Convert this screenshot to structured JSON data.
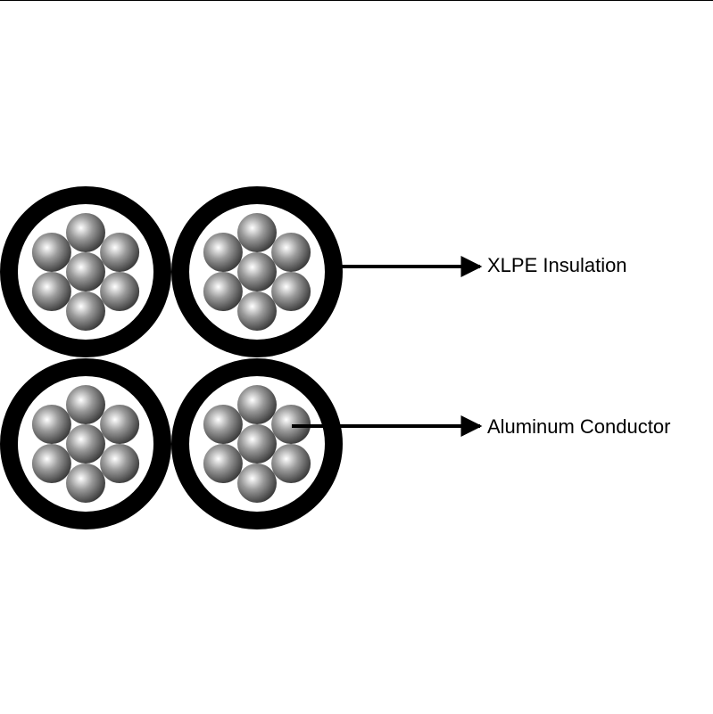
{
  "diagram": {
    "labels": {
      "insulation": "XLPE Insulation",
      "conductor": "Aluminum Conductor"
    },
    "cable_count": 4,
    "strands_per_cable": 7,
    "colors": {
      "insulation": "#000000",
      "background": "#ffffff",
      "strand_highlight": "#ffffff",
      "strand_mid": "#9a9a9a",
      "strand_shadow": "#3c3c3c",
      "arrow": "#000000"
    }
  }
}
